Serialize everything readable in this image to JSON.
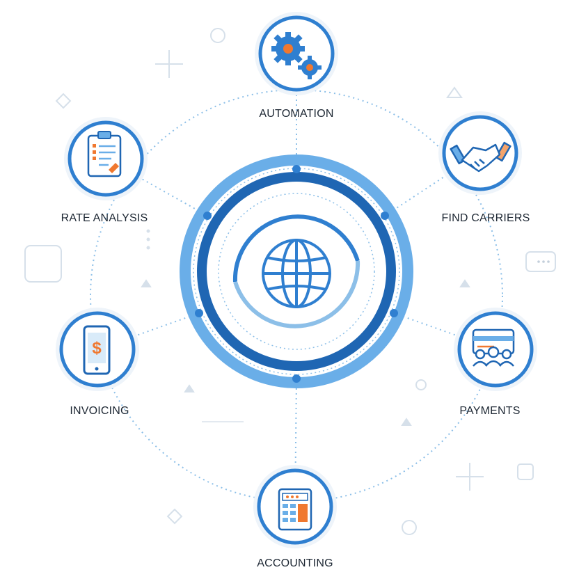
{
  "hub": {
    "icon": "globe-icon"
  },
  "nodes": [
    {
      "id": "automation",
      "label": "AUTOMATION",
      "icon": "gears-icon"
    },
    {
      "id": "find-carriers",
      "label": "FIND CARRIERS",
      "icon": "handshake-icon"
    },
    {
      "id": "payments",
      "label": "PAYMENTS",
      "icon": "credit-card-people-icon"
    },
    {
      "id": "accounting",
      "label": "ACCOUNTING",
      "icon": "calculator-icon"
    },
    {
      "id": "invoicing",
      "label": "INVOICING",
      "icon": "phone-dollar-icon"
    },
    {
      "id": "rate-analysis",
      "label": "RATE ANALYSIS",
      "icon": "clipboard-checklist-icon"
    }
  ],
  "colors": {
    "primary": "#2f7fd0",
    "light": "#6aaee8",
    "dark": "#1f66b3",
    "accent": "#f0782f",
    "dotted": "#8cbfe8",
    "deco": "#dbe4ec"
  }
}
